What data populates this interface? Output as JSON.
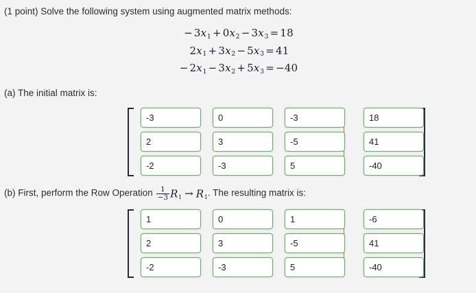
{
  "prompt": "(1 point) Solve the following system using augmented matrix methods:",
  "system": {
    "equations": [
      {
        "terms": [
          {
            "sign": "−",
            "coef": "3",
            "var": "x",
            "sub": "1"
          },
          {
            "sign": "+",
            "coef": "0",
            "var": "x",
            "sub": "2"
          },
          {
            "sign": "−",
            "coef": "3",
            "var": "x",
            "sub": "3"
          }
        ],
        "rhs": "18",
        "text": "−3x₁ + 0x₂ − 3x₃ = 18"
      },
      {
        "terms": [
          {
            "sign": "",
            "coef": "2",
            "var": "x",
            "sub": "1"
          },
          {
            "sign": "+",
            "coef": "3",
            "var": "x",
            "sub": "2"
          },
          {
            "sign": "−",
            "coef": "5",
            "var": "x",
            "sub": "3"
          }
        ],
        "rhs": "41",
        "text": "2x₁ + 3x₂ − 5x₃ = 41"
      },
      {
        "terms": [
          {
            "sign": "−",
            "coef": "2",
            "var": "x",
            "sub": "1"
          },
          {
            "sign": "−",
            "coef": "3",
            "var": "x",
            "sub": "2"
          },
          {
            "sign": "+",
            "coef": "5",
            "var": "x",
            "sub": "3"
          }
        ],
        "rhs": "−40",
        "text": "−2x₁ − 3x₂ + 5x₃ = −40"
      }
    ]
  },
  "part_a": {
    "label": "(a) The initial matrix is:",
    "matrix": {
      "rows": [
        [
          "-3",
          "0",
          "-3",
          "18"
        ],
        [
          "2",
          "3",
          "-5",
          "41"
        ],
        [
          "-2",
          "-3",
          "5",
          "-40"
        ]
      ],
      "augmented_after_column": 3
    }
  },
  "part_b": {
    "label_before": "(b) First, perform the Row Operation",
    "row_operation": {
      "fraction_numerator": "1",
      "fraction_denominator": "−3",
      "source_row": "R",
      "source_row_sub": "1",
      "arrow": "→",
      "target_row": "R",
      "target_row_sub": "1",
      "text": "1/−3 R₁ → R₁"
    },
    "label_after": ". The resulting matrix is:",
    "matrix": {
      "rows": [
        [
          "1",
          "0",
          "1",
          "-6"
        ],
        [
          "2",
          "3",
          "-5",
          "41"
        ],
        [
          "-2",
          "-3",
          "5",
          "-40"
        ]
      ],
      "augmented_after_column": 3
    }
  },
  "colors": {
    "page_background": "#f4f4f4",
    "text": "#2b2b2b",
    "input_border": "#6aa96a",
    "input_background": "#ffffff",
    "bracket": "#26263a",
    "augment_divider": "#a08030"
  }
}
